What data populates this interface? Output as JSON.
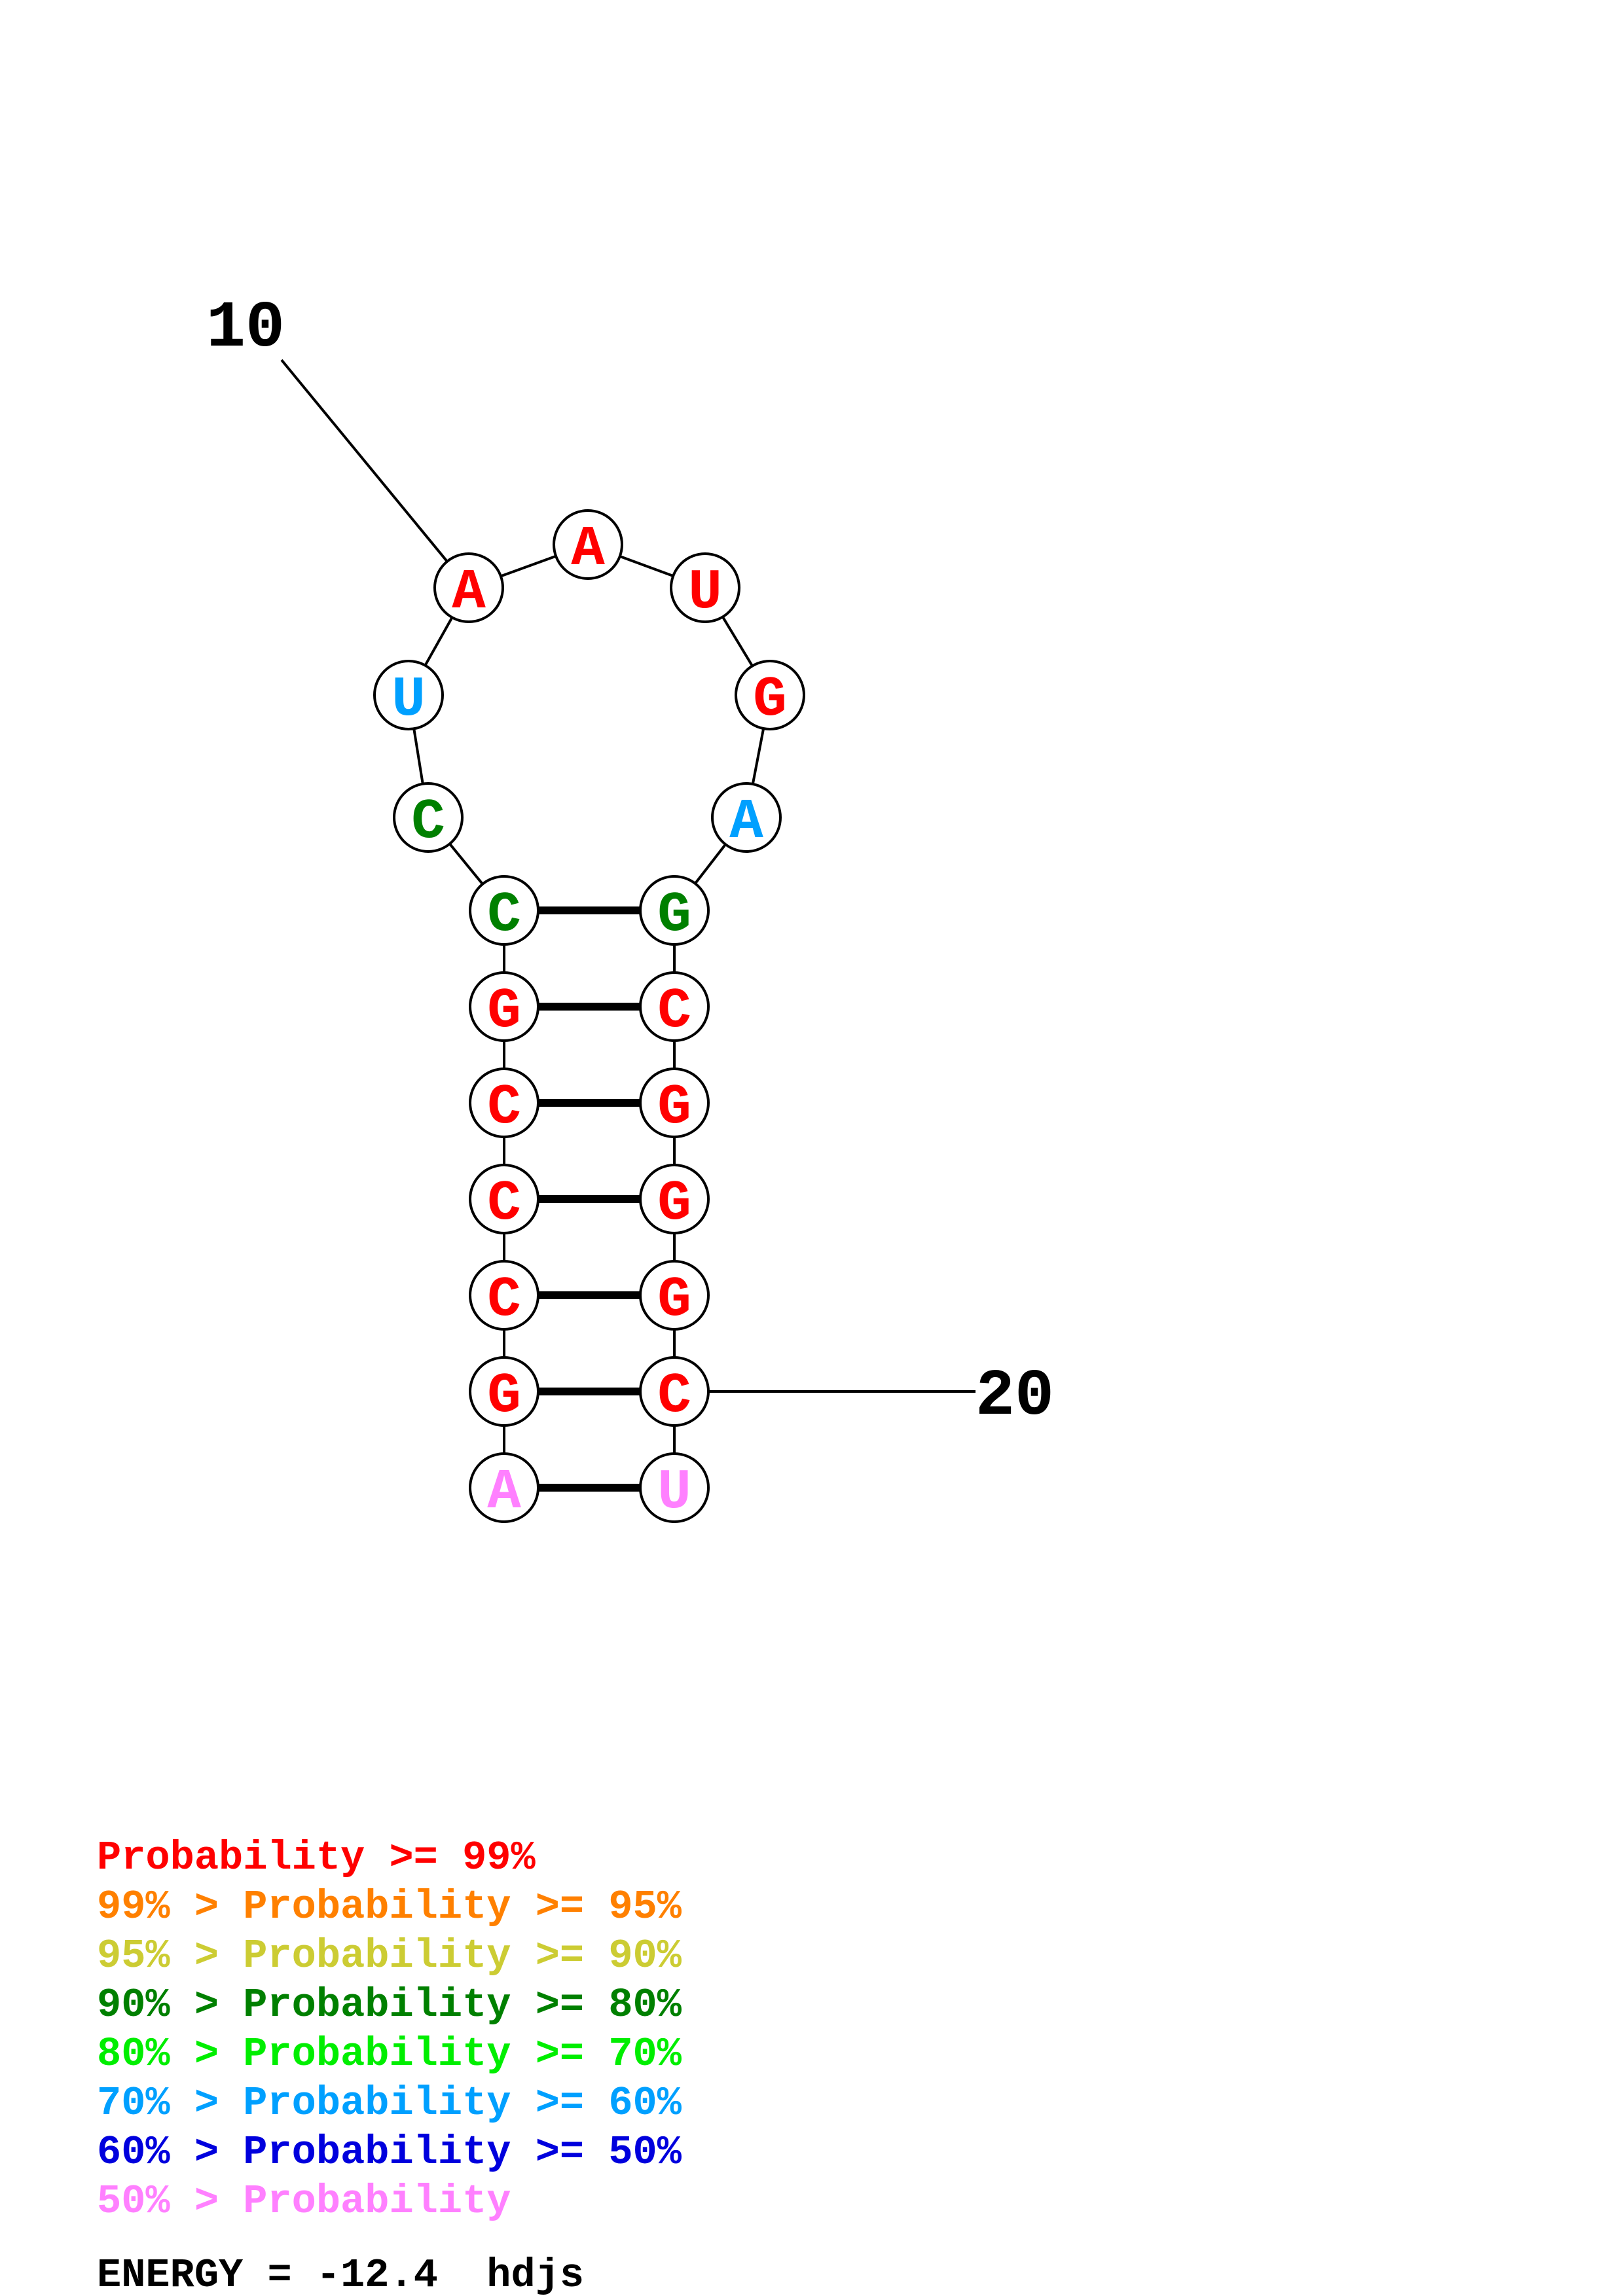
{
  "colors": {
    "p99": "#ff0000",
    "p95": "#ff8000",
    "p90": "#cccc33",
    "p80": "#008000",
    "p70": "#00ee00",
    "p60": "#00a0ff",
    "p50": "#0000dd",
    "plow": "#ff80ff"
  },
  "nucleotides": [
    {
      "base": "A",
      "prob": "plow"
    },
    {
      "base": "G",
      "prob": "p99"
    },
    {
      "base": "C",
      "prob": "p99"
    },
    {
      "base": "C",
      "prob": "p99"
    },
    {
      "base": "C",
      "prob": "p99"
    },
    {
      "base": "G",
      "prob": "p99"
    },
    {
      "base": "C",
      "prob": "p80"
    },
    {
      "base": "C",
      "prob": "p80"
    },
    {
      "base": "U",
      "prob": "p60"
    },
    {
      "base": "A",
      "prob": "p99"
    },
    {
      "base": "A",
      "prob": "p99"
    },
    {
      "base": "U",
      "prob": "p99"
    },
    {
      "base": "G",
      "prob": "p99"
    },
    {
      "base": "A",
      "prob": "p60"
    },
    {
      "base": "G",
      "prob": "p80"
    },
    {
      "base": "C",
      "prob": "p99"
    },
    {
      "base": "G",
      "prob": "p99"
    },
    {
      "base": "G",
      "prob": "p99"
    },
    {
      "base": "G",
      "prob": "p99"
    },
    {
      "base": "C",
      "prob": "p99"
    },
    {
      "base": "U",
      "prob": "plow"
    }
  ],
  "pairs": [
    [
      0,
      20
    ],
    [
      1,
      19
    ],
    [
      2,
      18
    ],
    [
      3,
      17
    ],
    [
      4,
      16
    ],
    [
      5,
      15
    ],
    [
      6,
      14
    ]
  ],
  "position_labels": [
    {
      "text": "10",
      "index": 9
    },
    {
      "text": "20",
      "index": 19
    }
  ],
  "legend": {
    "rows": [
      {
        "text": "       Probability >= 99%",
        "prob": "p99"
      },
      {
        "text": "99% > Probability >= 95%",
        "prob": "p95"
      },
      {
        "text": "95% > Probability >= 90%",
        "prob": "p90"
      },
      {
        "text": "90% > Probability >= 80%",
        "prob": "p80"
      },
      {
        "text": "80% > Probability >= 70%",
        "prob": "p70"
      },
      {
        "text": "70% > Probability >= 60%",
        "prob": "p60"
      },
      {
        "text": "60% > Probability >= 50%",
        "prob": "p50"
      },
      {
        "text": "50% > Probability",
        "prob": "plow"
      }
    ]
  },
  "energy": "ENERGY = -12.4  hdjs"
}
